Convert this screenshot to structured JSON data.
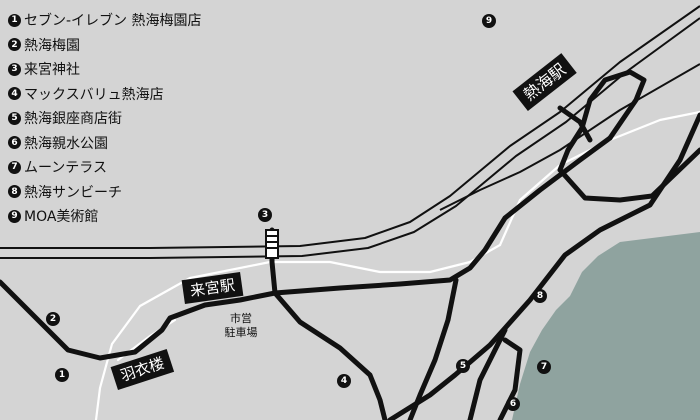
{
  "legend": [
    {
      "num": "1",
      "label": "セブン-イレブン 熱海梅園店"
    },
    {
      "num": "2",
      "label": "熱海梅園"
    },
    {
      "num": "3",
      "label": "来宮神社"
    },
    {
      "num": "4",
      "label": "マックスバリュ熱海店"
    },
    {
      "num": "5",
      "label": "熱海銀座商店街"
    },
    {
      "num": "6",
      "label": "熱海親水公園"
    },
    {
      "num": "7",
      "label": "ムーンテラス"
    },
    {
      "num": "8",
      "label": "熱海サンビーチ"
    },
    {
      "num": "9",
      "label": "MOA美術館"
    }
  ],
  "stations": {
    "atami": "熱海駅",
    "kinomiya": "来宮駅",
    "haigoromo": "羽衣楼"
  },
  "parking": {
    "line1": "市営",
    "line2": "駐車場"
  },
  "colors": {
    "land": "#d4d4d4",
    "sea": "#8fa39f",
    "road": "#111111",
    "rail": "#111111",
    "minor_road": "#ffffff"
  }
}
